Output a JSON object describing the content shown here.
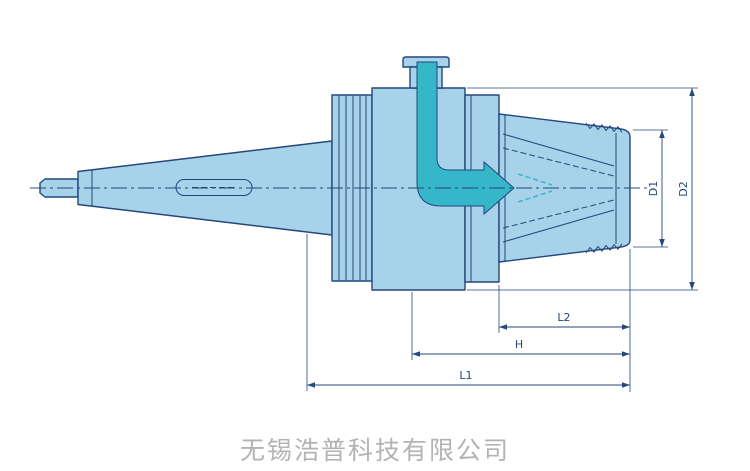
{
  "drawing": {
    "dimensions": {
      "L1": "L1",
      "L2": "L2",
      "H": "H",
      "D1": "D1",
      "D2": "D2"
    },
    "colors": {
      "outline": "#25477b",
      "body_fill": "#a6d2ea",
      "channel_fill": "#35b6c9",
      "watermark_text": "#b3b3b3"
    },
    "watermark": "无锡浩普科技有限公司"
  }
}
